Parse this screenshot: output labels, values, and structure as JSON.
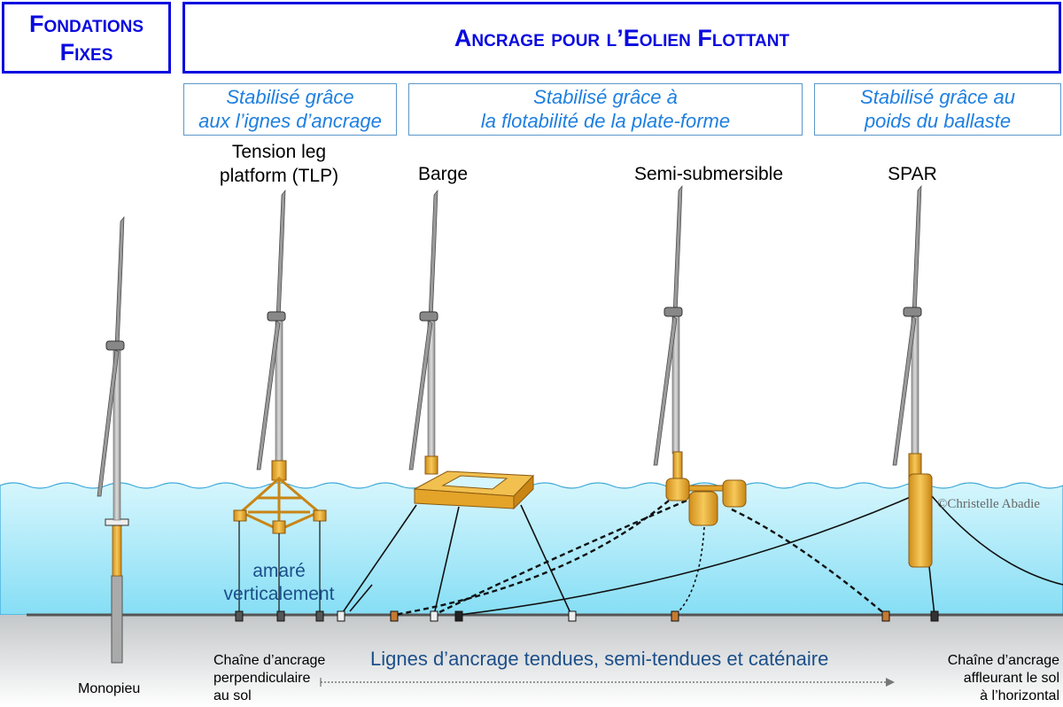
{
  "header": {
    "fixed": "Fondations Fixes",
    "floating": "Ancrage pour l’Eolien Flottant"
  },
  "categories": [
    {
      "line1": "Stabilisé grâce",
      "line2": "aux l’ignes d’ancrage"
    },
    {
      "line1": "Stabilisé grâce à",
      "line2": "la flotabilité de la plate-forme"
    },
    {
      "line1": "Stabilisé grâce au",
      "line2": "poids du ballaste"
    }
  ],
  "types": {
    "tlp_line1": "Tension leg",
    "tlp_line2": "platform (TLP)",
    "barge": "Barge",
    "semi": "Semi-submersible",
    "spar": "SPAR"
  },
  "tlp_note": {
    "line1": "amaré",
    "line2": "verticalement"
  },
  "copyright": "©Christelle Abadie",
  "bottom": {
    "monopile": "Monopieu",
    "left_line1": "Chaîne d’ancrage",
    "left_line2": "perpendiculaire",
    "left_line3": "au sol",
    "middle": "Lignes d’ancrage tendues, semi-tendues et caténaire",
    "right_line1": "Chaîne d’ancrage",
    "right_line2": "affleurant le sol",
    "right_line3": "à l’horizontal"
  },
  "colors": {
    "title": "#0a0adf",
    "subtitle": "#1e7fe0",
    "platform": "#e9a82c",
    "water": "#9be6f7",
    "note": "#1b4f8a"
  }
}
